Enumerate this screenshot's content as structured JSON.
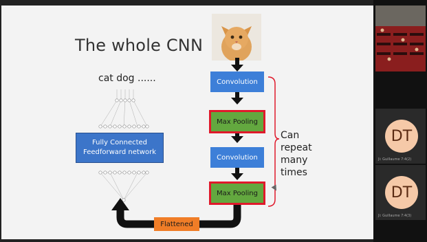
{
  "slide": {
    "title": "The whole CNN",
    "output_label": "cat dog ......",
    "fc_label_line1": "Fully Connected",
    "fc_label_line2": "Feedforward network",
    "pipeline": {
      "conv1": "Convolution",
      "pool1": "Max Pooling",
      "conv2": "Convolution",
      "pool2": "Max Pooling",
      "flatten": "Flattened"
    },
    "annotation": [
      "Can",
      "repeat",
      "many",
      "times"
    ],
    "colors": {
      "conv": "#3d7fd8",
      "pool": "#63a83f",
      "pool_border": "#e0192b",
      "flatten": "#f07d27",
      "fc": "#3c75c9",
      "bracket": "#e0192b"
    }
  },
  "participants": [
    {
      "initials": "DT",
      "caption": "Ji: Guillaume 7:4(2)"
    },
    {
      "initials": "DT",
      "caption": "Ji: Guillaume 7:4(3)"
    }
  ]
}
